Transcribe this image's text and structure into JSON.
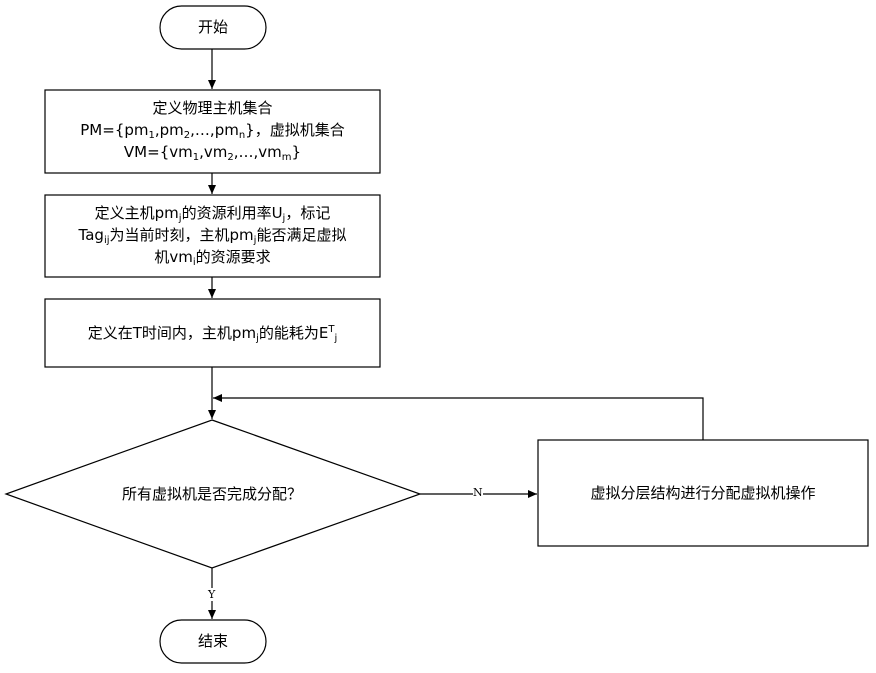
{
  "start": {
    "label": "开始"
  },
  "step1": {
    "line1": "定义物理主机集合",
    "line2": {
      "prefix": "PM={pm",
      "s1": "1",
      "m1": ",pm",
      "s2": "2",
      "m2": ",…,pm",
      "s3": "n",
      "suffix": "}，虚拟机集合"
    },
    "line3": {
      "prefix": "VM={vm",
      "s1": "1",
      "m1": ",vm",
      "s2": "2",
      "m2": ",…,vm",
      "s3": "m",
      "suffix": "}"
    }
  },
  "step2": {
    "line1": {
      "a": "定义主机pm",
      "sa": "j",
      "b": "的资源利用率U",
      "sb": "j",
      "c": "，标记"
    },
    "line2": {
      "a": "Tag",
      "sa": "ij",
      "b": "为当前时刻，主机pm",
      "sb": "j",
      "c": "能否满足虚拟"
    },
    "line3": {
      "a": "机vm",
      "sa": "i",
      "b": "的资源要求"
    }
  },
  "step3": {
    "a": "定义在T时间内，主机pm",
    "sa": "j",
    "b": "的能耗为E",
    "sup": "T",
    "sb": "j"
  },
  "decision": {
    "label": "所有虚拟机是否完成分配？"
  },
  "process": {
    "label": "虚拟分层结构进行分配虚拟机操作"
  },
  "edges": {
    "no_label": "N",
    "yes_label": "Y"
  },
  "end": {
    "label": "结束"
  }
}
